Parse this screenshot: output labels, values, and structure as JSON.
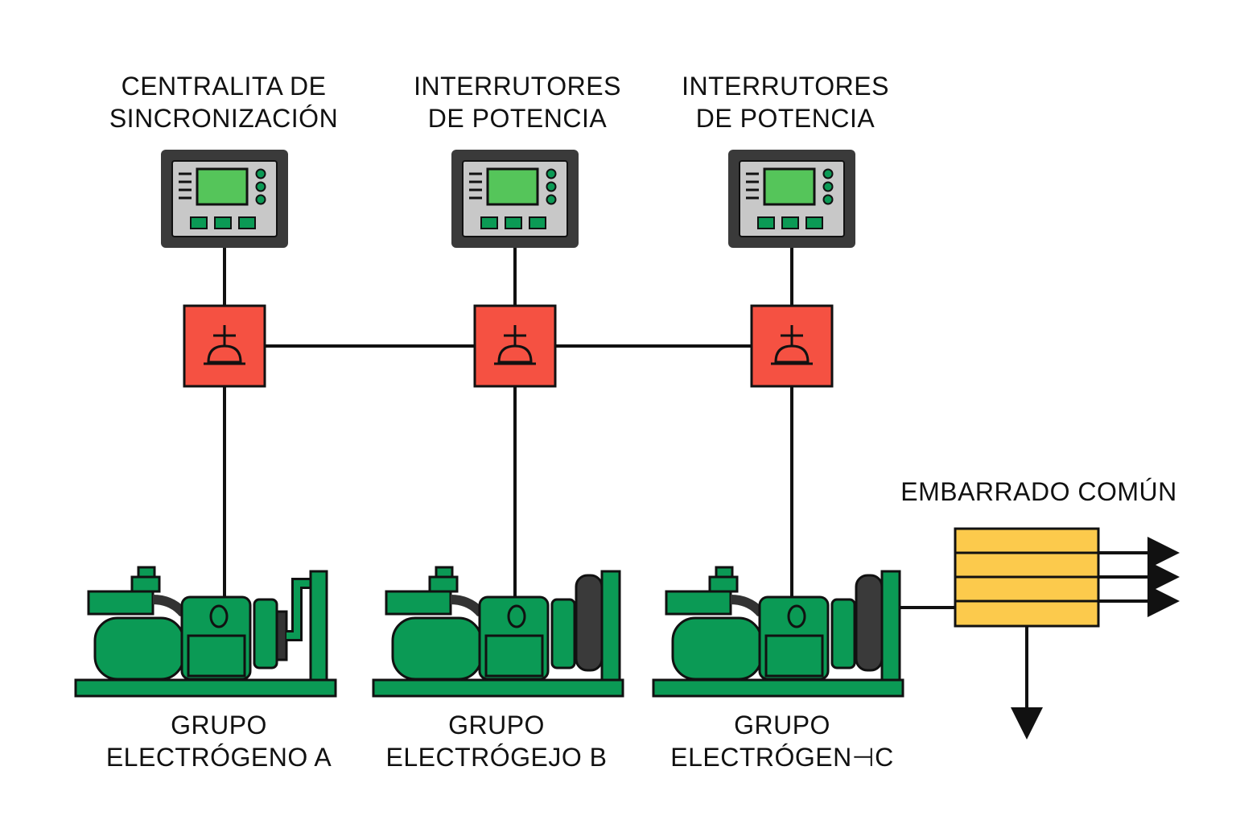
{
  "top_labels": [
    {
      "line1": "CENTRALITA DE",
      "line2": "SINCRONIZACIÓN"
    },
    {
      "line1": "INTERRUTORES",
      "line2": "DE POTENCIA"
    },
    {
      "line1": "INTERRUTORES",
      "line2": "DE POTENCIA"
    }
  ],
  "generator_labels": [
    {
      "line1": "GRUPO",
      "line2": "ELECTRÓGENO A"
    },
    {
      "line1": "GRUPO",
      "line2": "ELECTRÓGEJO B"
    },
    {
      "line1": "GRUPO",
      "line2": "ELECTRÓGEN⊣C"
    }
  ],
  "busbar_label": "EMBARRADO COMÚN",
  "colors": {
    "controller_frame": "#3a3a3a",
    "controller_face": "#c8c8c8",
    "screen": "#55c55a",
    "breaker": "#f55142",
    "generator": "#0b9a55",
    "generator_dark": "#076b3b",
    "busbar": "#fcca4c",
    "line": "#111111"
  }
}
